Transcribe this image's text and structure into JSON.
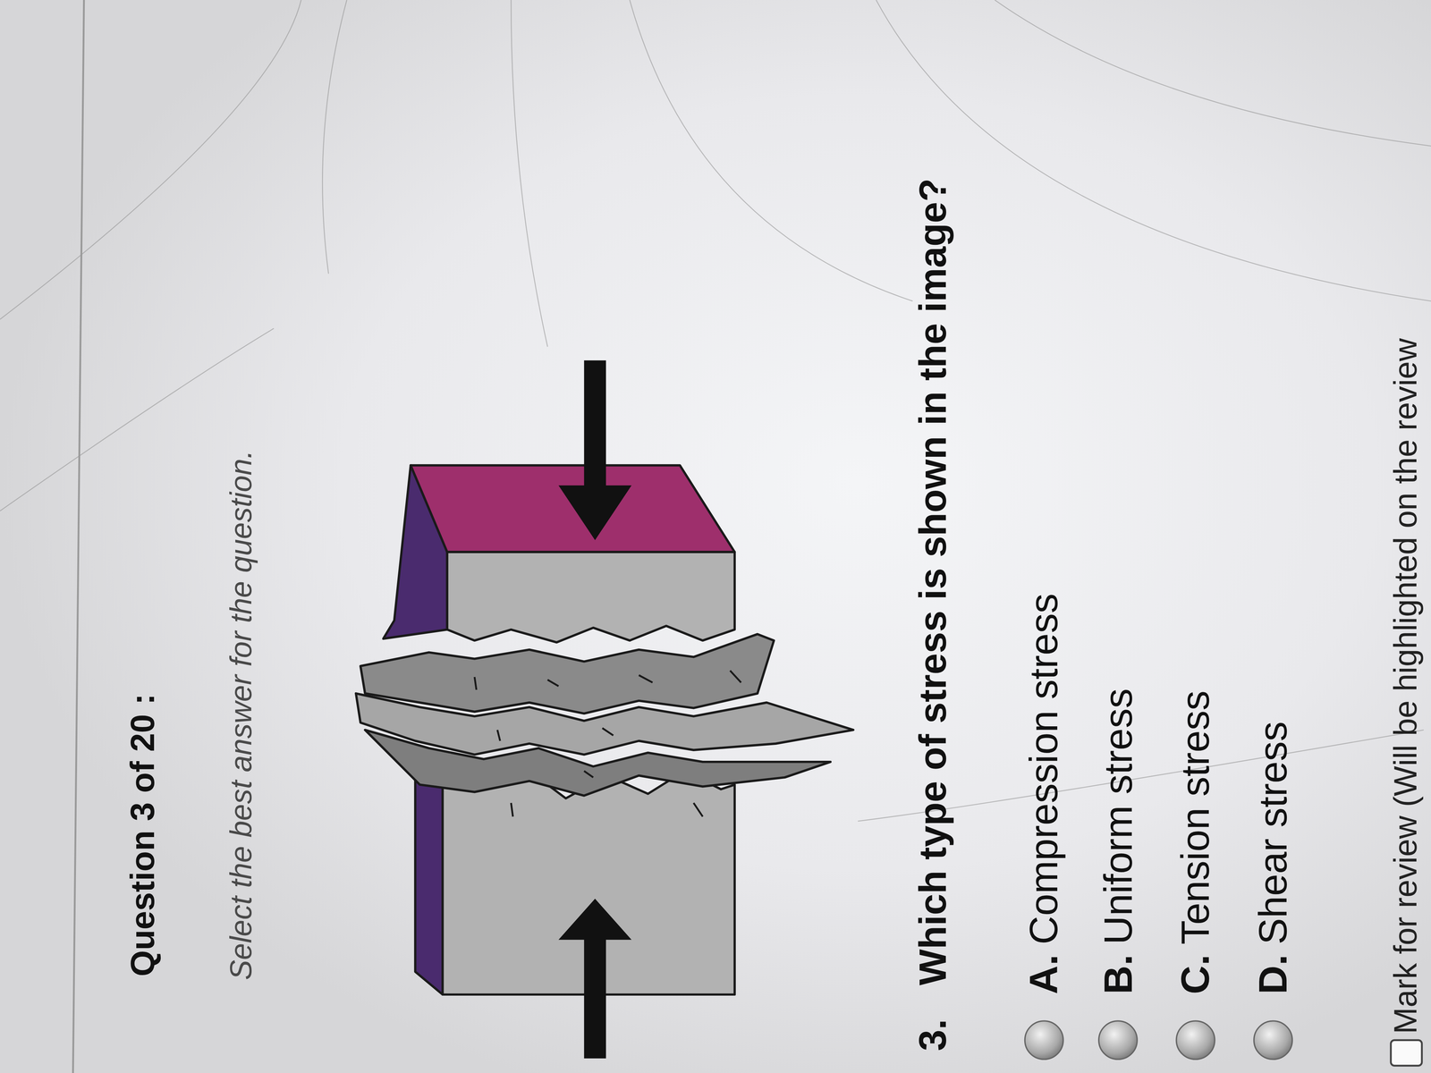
{
  "diagram": {
    "title": "Question 3 of 20 :",
    "labels": [
      "Select the best answer for the question.",
      "3.",
      "Which type of stress is shown in the image?",
      "A.",
      "Compression stress",
      "B.",
      "Uniform stress",
      "C.",
      "Tension stress",
      "D.",
      "Shear stress",
      "Mark for review (Will be highlighted on the review"
    ]
  }
}
